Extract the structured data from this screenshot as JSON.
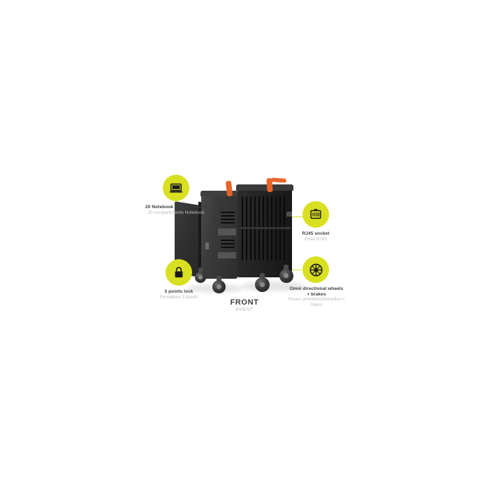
{
  "product": {
    "view_caption": {
      "en": "FRONT",
      "fr": "AVANT"
    },
    "color_accent": "#d9e021",
    "handle_color": "#e8642a",
    "body_color": "#2b2b2b"
  },
  "callouts": [
    {
      "id": "notebook-compartments",
      "icon": "laptop-icon",
      "en": "20 Notebook compartments",
      "fr": "20 compartiments Notebook"
    },
    {
      "id": "rj45-socket",
      "icon": "rj45-socket-icon",
      "en": "RJ45 socket",
      "fr": "Prise RJ45"
    },
    {
      "id": "three-points-lock",
      "icon": "padlock-icon",
      "en": "3 points lock",
      "fr": "Fermeture 3 points"
    },
    {
      "id": "omni-directional-wheels",
      "icon": "wheel-icon",
      "en": "Omni directional wheels + brakes",
      "fr": "Roues omnidirectionnelles + freins"
    }
  ]
}
